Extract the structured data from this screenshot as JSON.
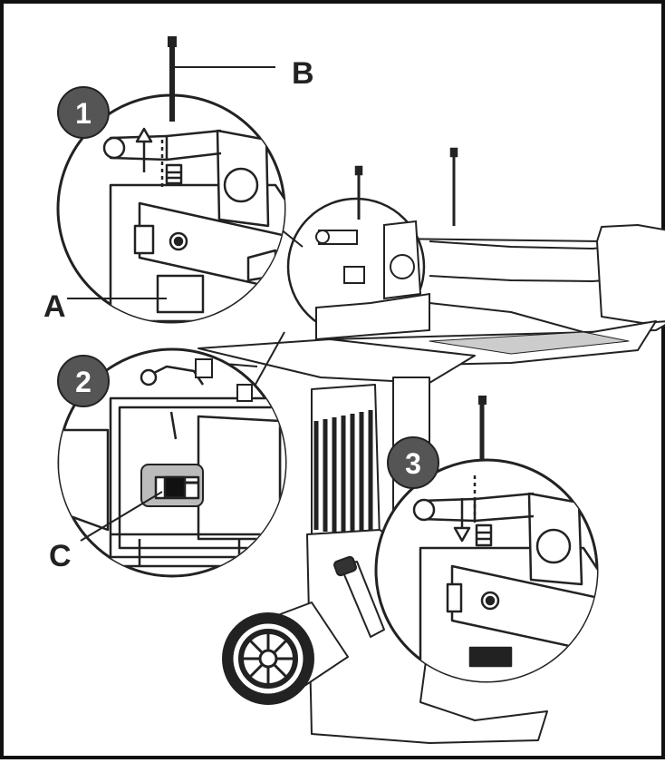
{
  "labels": {
    "a": "A",
    "b": "B",
    "c": "C"
  },
  "steps": {
    "one": "1",
    "two": "2",
    "three": "3"
  },
  "colors": {
    "line": "#222222",
    "badge": "#555555",
    "tint": "#e6e6e6",
    "motor": "#333333"
  }
}
